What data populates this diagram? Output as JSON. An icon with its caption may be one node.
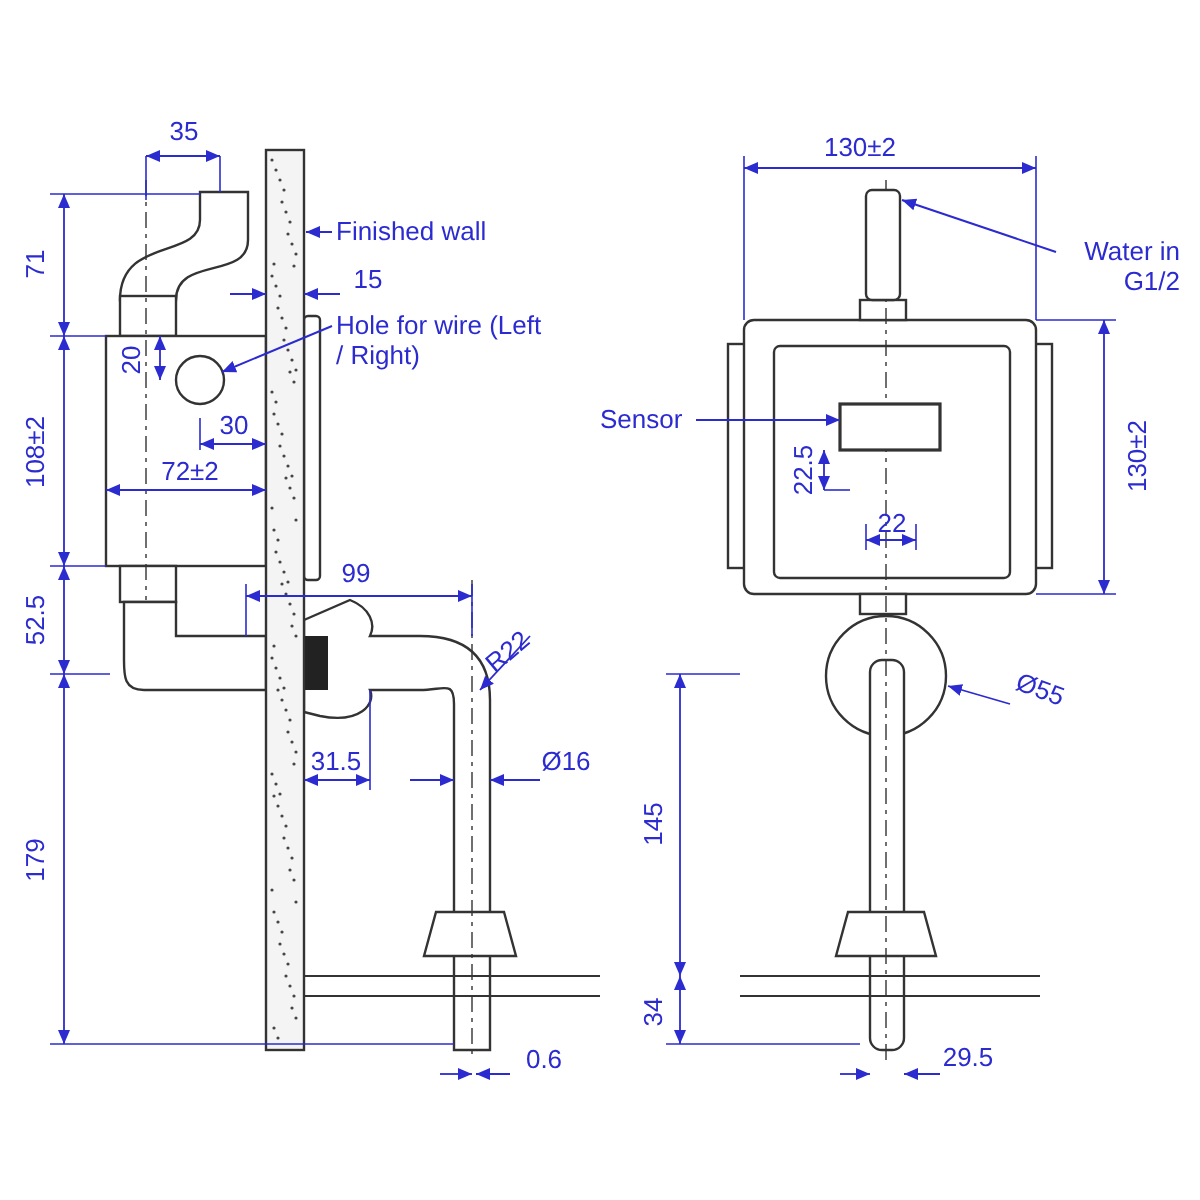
{
  "diagram": {
    "nodes": [
      {
        "text": [
          "Finished wall"
        ]
      },
      {
        "text": [],
        "shape": "bar"
      },
      {
        "text": [
          "Hole for wire (Left / Right)"
        ]
      },
      {
        "text": [],
        "shape": "circle"
      },
      {
        "text": [
          "Water in G1/2"
        ]
      },
      {
        "text": [],
        "shape": "box"
      },
      {
        "text": [
          "Sensor"
        ]
      },
      {
        "text": [],
        "shape": "box"
      }
    ],
    "edges": [
      {
        "from": 0,
        "to": 1,
        "arrow": "to"
      },
      {
        "from": 2,
        "to": 3,
        "arrow": "to"
      },
      {
        "from": 4,
        "to": 5,
        "arrow": "to"
      },
      {
        "from": 6,
        "to": 7,
        "arrow": "to"
      }
    ],
    "labels": [
      "35",
      "130±2",
      "71",
      "15",
      "20",
      "108±2",
      "30",
      "72±2",
      "22.5",
      "22",
      "130±2",
      "52.5",
      "99",
      "R22",
      "Ø55",
      "31.5",
      "Ø16",
      "179",
      "145",
      "34",
      "0.6",
      "29.5"
    ]
  }
}
